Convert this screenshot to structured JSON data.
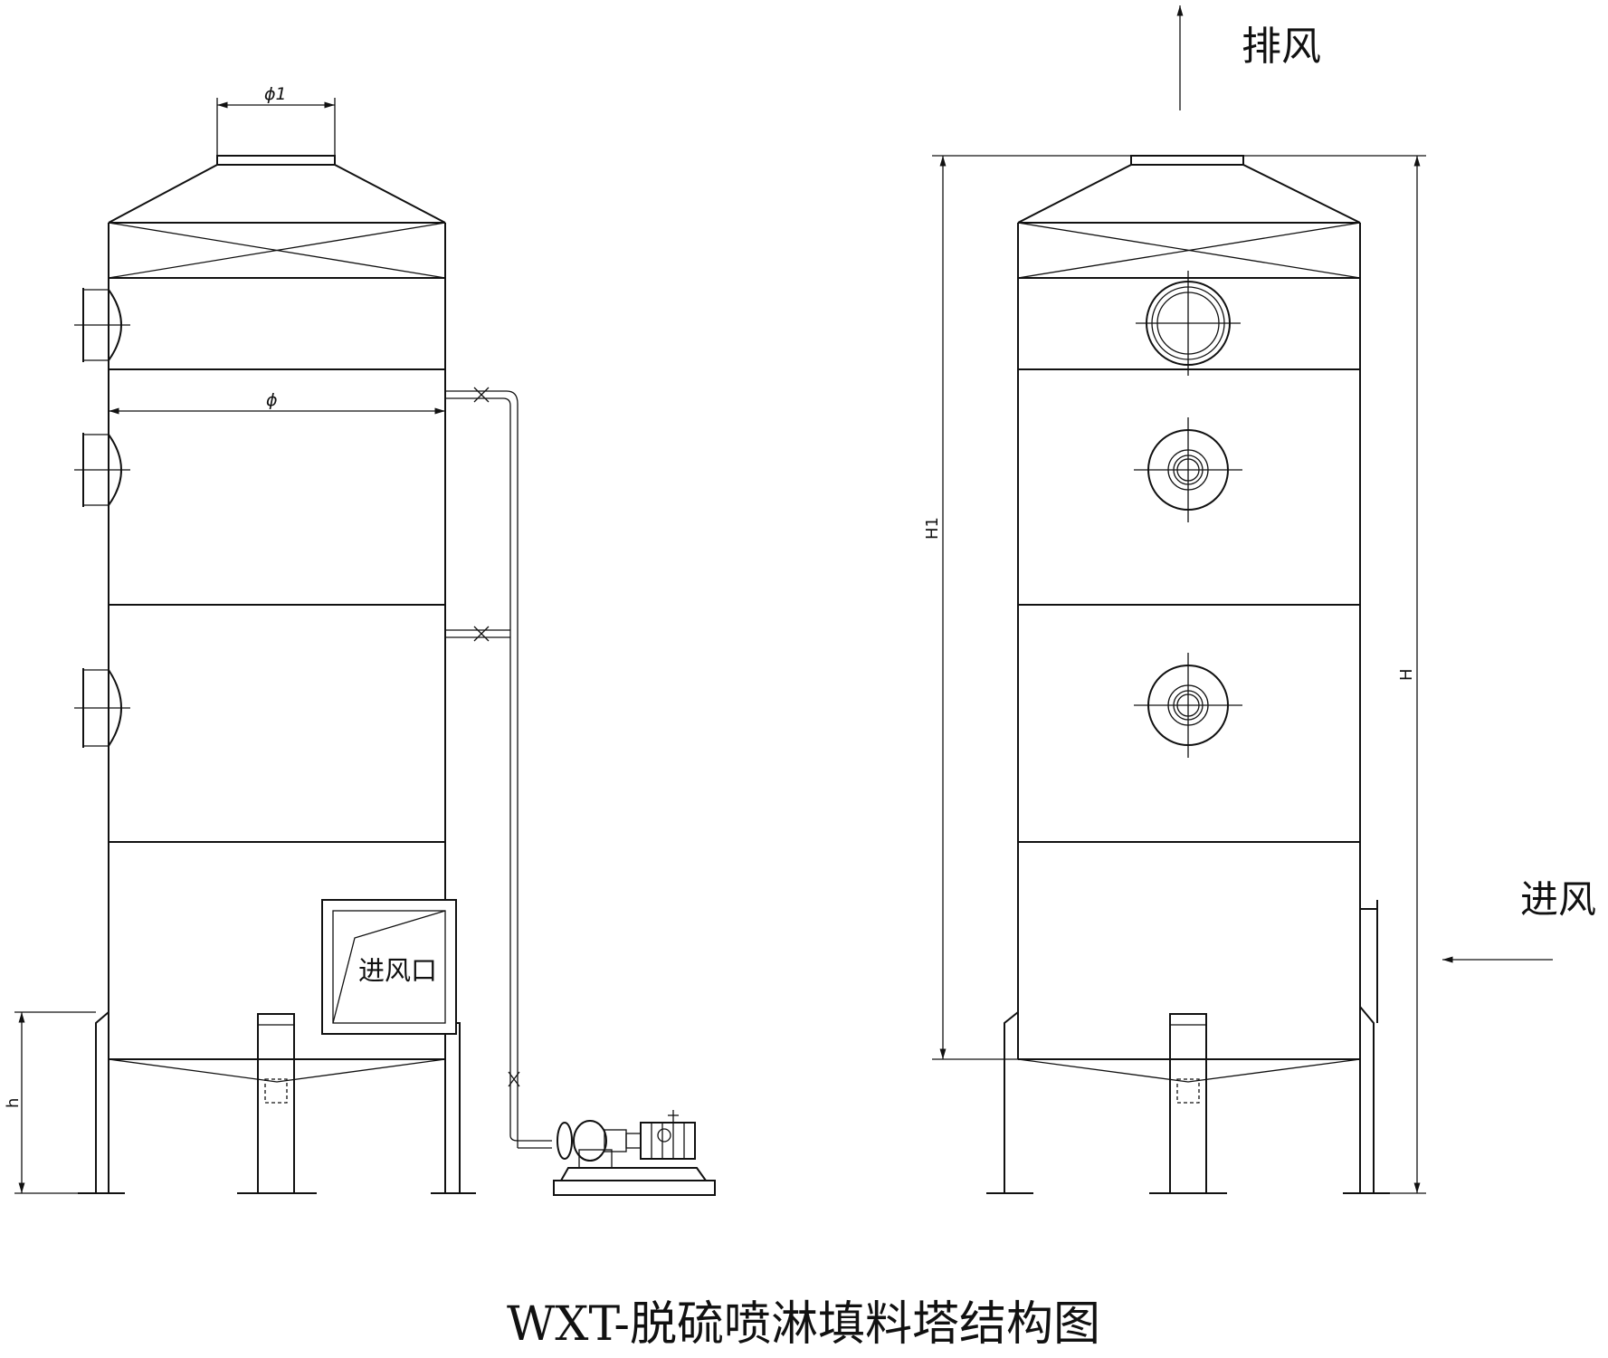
{
  "labels": {
    "outlet_diameter": "ϕ1",
    "tower_diameter": "ϕ",
    "inlet_port": "进风口",
    "support_height": "h",
    "height_h1": "H1",
    "height_h": "H",
    "exhaust": "排风",
    "intake": "进风"
  },
  "title": "WXT-脱硫喷淋填料塔结构图",
  "colors": {
    "line": "#111111",
    "background": "#ffffff"
  }
}
